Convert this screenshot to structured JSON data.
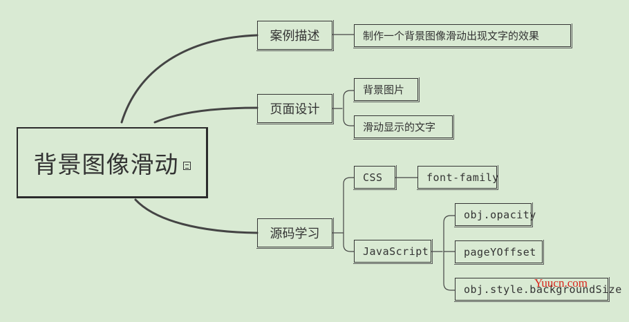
{
  "root": {
    "label": "背景图像滑动",
    "note_icon": "note-icon"
  },
  "branches": {
    "case": {
      "label": "案例描述",
      "children": [
        "制作一个背景图像滑动出现文字的效果"
      ]
    },
    "design": {
      "label": "页面设计",
      "children": [
        "背景图片",
        "滑动显示的文字"
      ]
    },
    "source": {
      "label": "源码学习",
      "css": {
        "label": "CSS",
        "children": [
          "font-family"
        ]
      },
      "js": {
        "label": "JavaScript",
        "children": [
          "obj.opacity",
          "pageYOffset",
          "obj.style.backgroundSize"
        ]
      }
    }
  },
  "watermark": "Yuucn.com",
  "colors": {
    "background": "#d9ead3",
    "line": "#333333",
    "watermark": "#d9251c"
  }
}
